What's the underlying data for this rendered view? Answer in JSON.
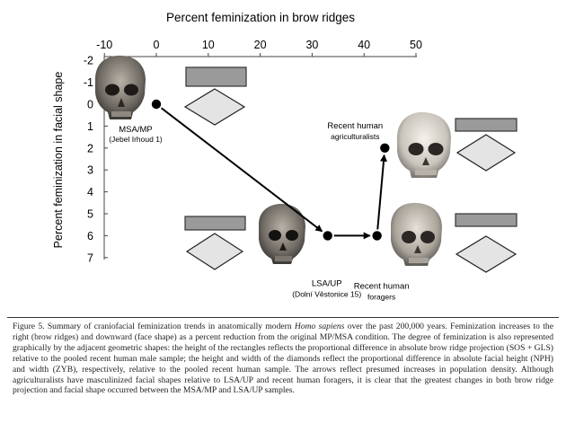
{
  "chart_data": {
    "type": "line",
    "title": "Percent feminization in brow ridges",
    "xlabel": "Percent feminization in brow ridges",
    "ylabel": "Percent feminization in facial shape",
    "xlim": [
      -10,
      50
    ],
    "ylim": [
      7,
      -2
    ],
    "x_ticks": [
      "-10",
      "0",
      "10",
      "20",
      "30",
      "40",
      "50"
    ],
    "y_ticks": [
      "-2",
      "-1",
      "0",
      "1",
      "2",
      "3",
      "4",
      "5",
      "6",
      "7"
    ],
    "points": [
      {
        "x": 0,
        "y": 0,
        "label": "MSA/MP",
        "sublabel": "(Jebel Irhoud 1)"
      },
      {
        "x": 33,
        "y": 6,
        "label": "LSA/UP",
        "sublabel": "(Dolní Věstonice 15)"
      },
      {
        "x": 42.5,
        "y": 6,
        "label": "Recent human",
        "sublabel": "foragers"
      },
      {
        "x": 44,
        "y": 2,
        "label": "Recent human",
        "sublabel": "agriculturalists"
      }
    ],
    "arrows": [
      {
        "from": 0,
        "to": 1
      },
      {
        "from": 1,
        "to": 2
      },
      {
        "from": 2,
        "to": 3
      }
    ]
  },
  "caption": {
    "fig_label": "Figure 5.",
    "text_before_italic": "Summary of craniofacial feminization trends in anatomically modern ",
    "italic": "Homo sapiens",
    "text_after_italic": " over the past 200,000 years. Feminization increases to the right (brow ridges) and downward (face shape) as a percent reduction from the original MP/MSA condition. The degree of feminization is also represented graphically by the adjacent geometric shapes: the height of the rectangles reflects the proportional difference in absolute brow ridge projection (SOS + GLS) relative to the pooled recent human male sample; the height and width of the diamonds reflect the proportional difference in absolute facial height (NPH) and width (ZYB), respectively, relative to the pooled recent human sample. The arrows reflect presumed increases in population density. Although agriculturalists have masculinized facial shapes relative to LSA/UP and recent human foragers, it is clear that the greatest changes in both brow ridge projection and facial shape occurred between the MSA/MP and LSA/UP samples."
  }
}
